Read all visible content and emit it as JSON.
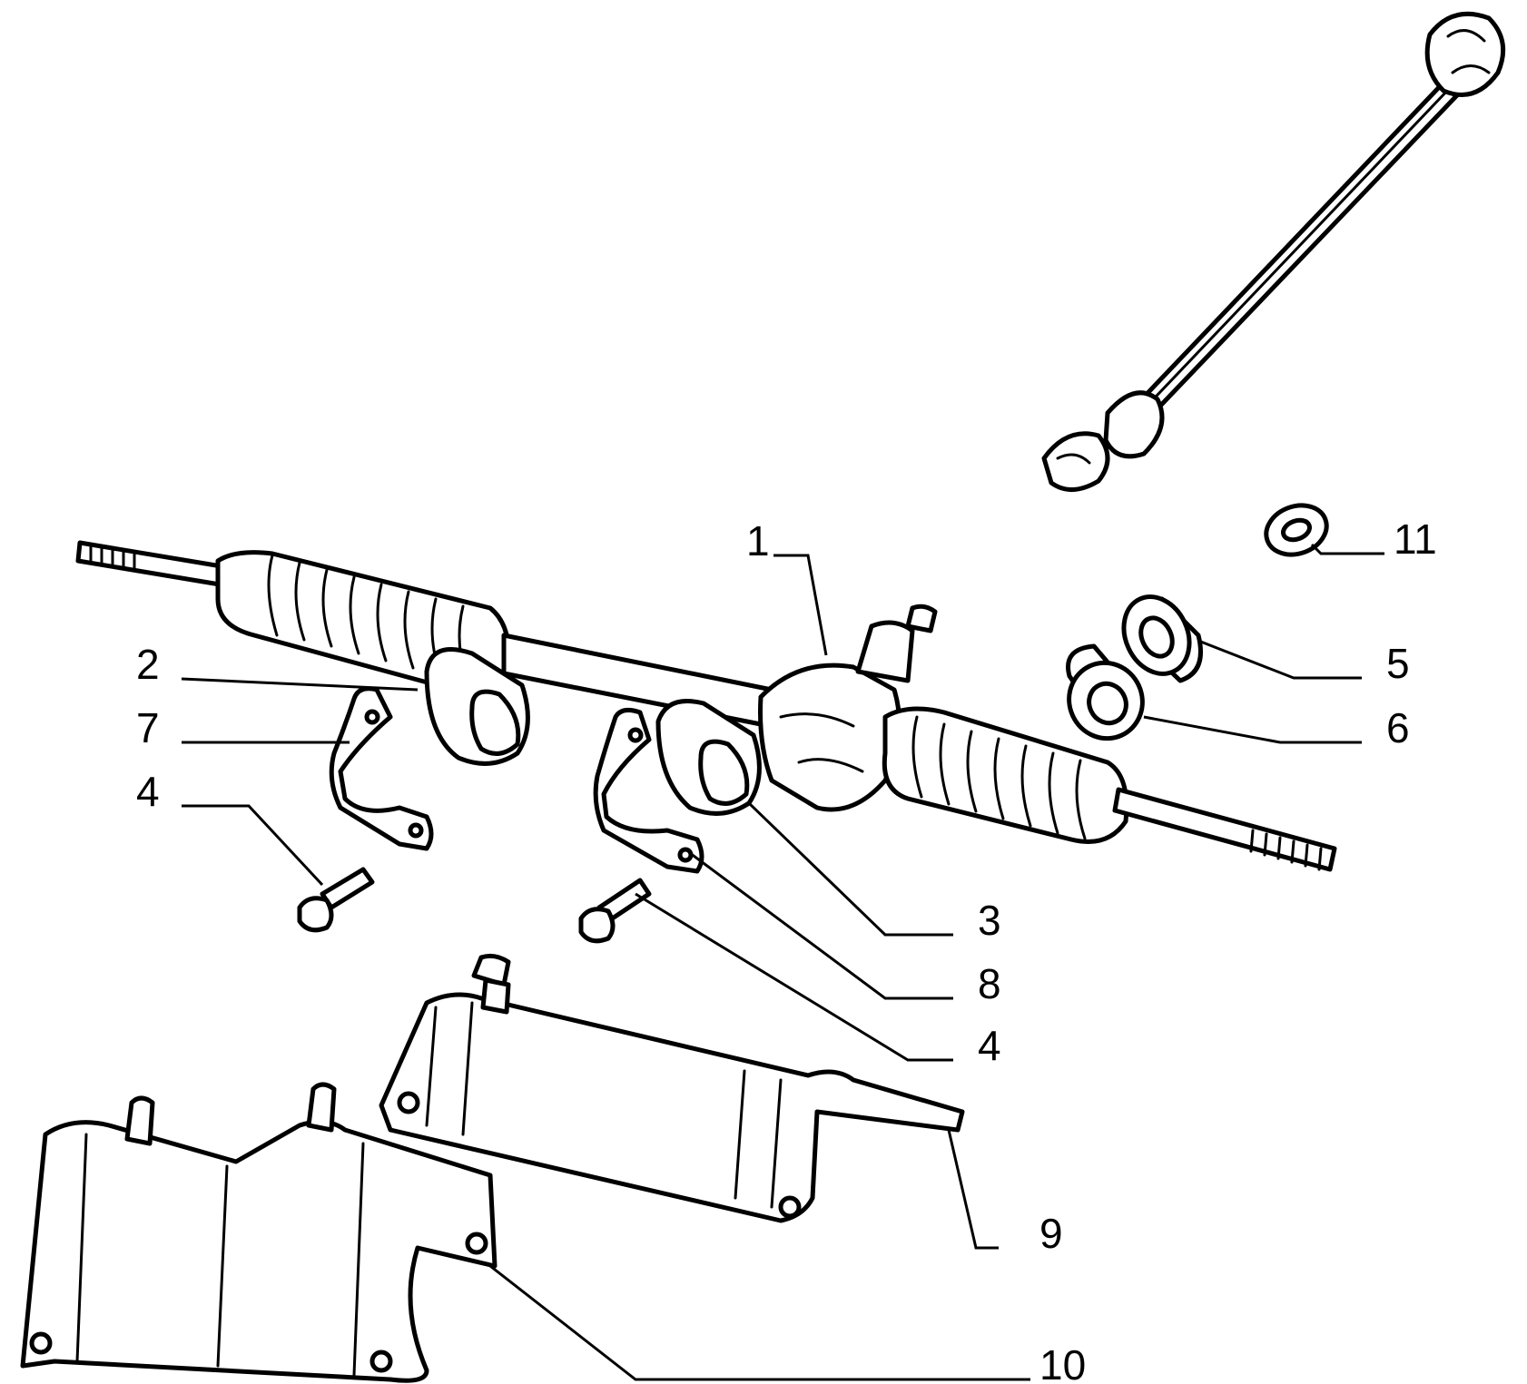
{
  "colors": {
    "line": "#000000",
    "paper": "#ffffff"
  },
  "callouts": [
    {
      "id": "1",
      "label": "1"
    },
    {
      "id": "2",
      "label": "2"
    },
    {
      "id": "3",
      "label": "3"
    },
    {
      "id": "4a",
      "label": "4"
    },
    {
      "id": "4b",
      "label": "4"
    },
    {
      "id": "5",
      "label": "5"
    },
    {
      "id": "6",
      "label": "6"
    },
    {
      "id": "7",
      "label": "7"
    },
    {
      "id": "8",
      "label": "8"
    },
    {
      "id": "9",
      "label": "9"
    },
    {
      "id": "10",
      "label": "10"
    },
    {
      "id": "11",
      "label": "11"
    }
  ]
}
